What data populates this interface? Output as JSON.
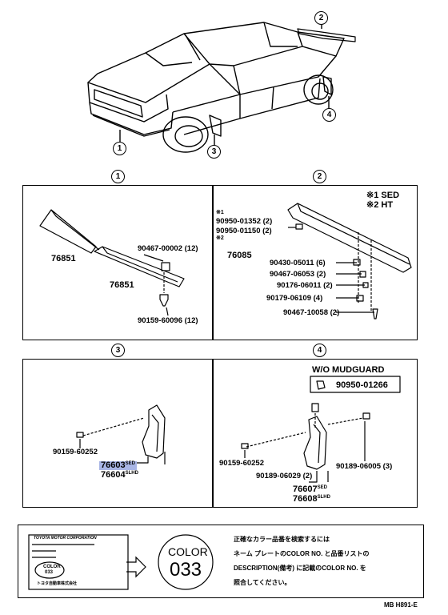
{
  "callouts": [
    "1",
    "2",
    "3",
    "4"
  ],
  "panel1": {
    "parts": [
      "76851",
      "76851",
      "90467-00002 (12)",
      "90159-60096 (12)"
    ]
  },
  "panel2": {
    "legend": [
      {
        "mark": "※1",
        "text": "SED"
      },
      {
        "mark": "※2",
        "text": "HT"
      }
    ],
    "mark1": "※1",
    "mark2": "※2",
    "parts": [
      "90950-01352 (2)",
      "90950-01150 (2)",
      "76085",
      "90430-05011 (6)",
      "90467-06053 (2)",
      "90176-06011 (2)",
      "90179-06109 (4)",
      "90467-10058 (2)"
    ]
  },
  "panel3": {
    "parts": [
      "90159-60252"
    ],
    "part_a": {
      "number": "76603",
      "suffix": "SED"
    },
    "part_b": {
      "number": "76604",
      "suffix": "SLHD"
    }
  },
  "panel4": {
    "header": "W/O MUDGUARD",
    "header_part": "90950-01266",
    "parts": [
      "90159-60252",
      "90189-06029 (2)",
      "90189-06005 (3)"
    ],
    "part_a": {
      "number": "76607",
      "suffix": "SED"
    },
    "part_b": {
      "number": "76608",
      "suffix": "SLHD"
    }
  },
  "note": {
    "plate_title": "TOYOTA MOTOR CORPORATION",
    "plate_color_label": "COLOR",
    "plate_color_value": "033",
    "plate_footer": "トヨタ自動車株式会社",
    "color_label": "COLOR",
    "color_value": "033",
    "text_lines": [
      "正確なカラー品番を検索するには",
      "ネーム プレートのCOLOR NO. と品番リストの",
      "DESCRIPTION(備考) に記載のCOLOR NO. を",
      "照合してください。"
    ]
  },
  "footer_code": "MB H891-E"
}
